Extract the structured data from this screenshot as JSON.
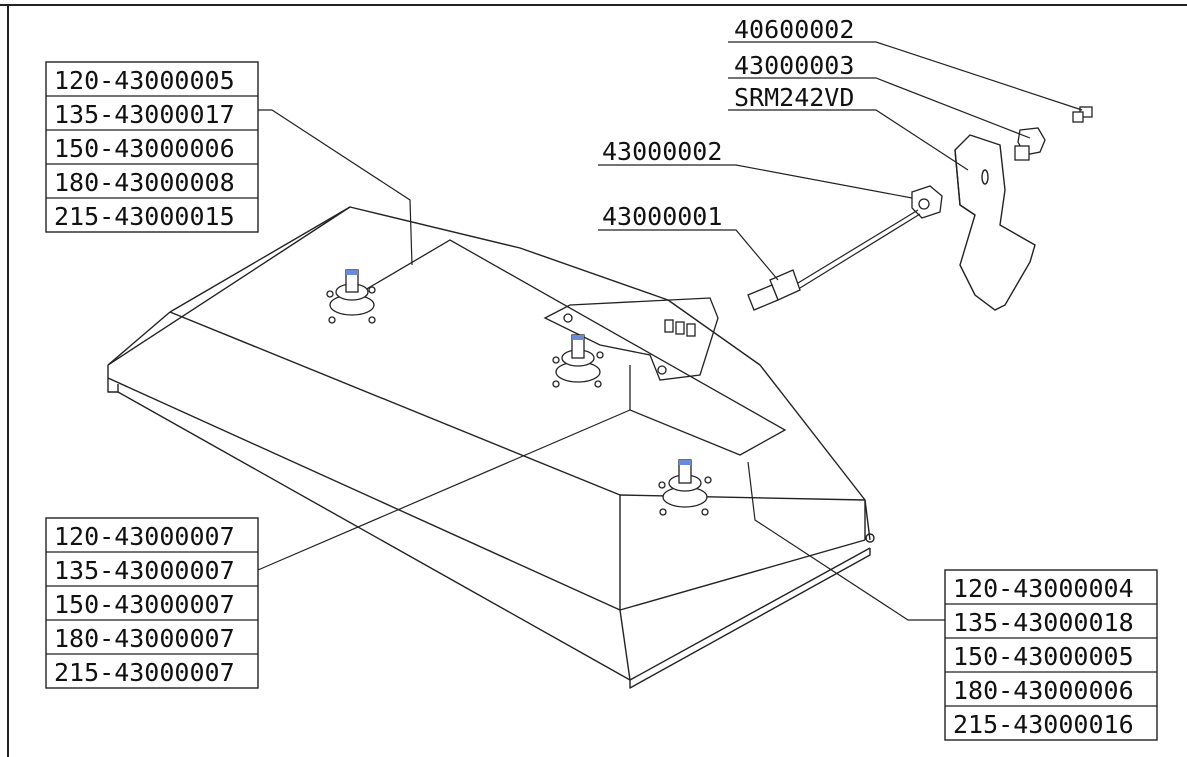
{
  "callouts": {
    "top_left": [
      "120-43000005",
      "135-43000017",
      "150-43000006",
      "180-43000008",
      "215-43000015"
    ],
    "bottom_left": [
      "120-43000007",
      "135-43000007",
      "150-43000007",
      "180-43000007",
      "215-43000007"
    ],
    "bottom_right": [
      "120-43000004",
      "135-43000018",
      "150-43000005",
      "180-43000006",
      "215-43000016"
    ]
  },
  "parts": {
    "p40600002": "40600002",
    "p43000003": "43000003",
    "srm242vd": "SRM242VD",
    "p43000002": "43000002",
    "p43000001": "43000001"
  }
}
